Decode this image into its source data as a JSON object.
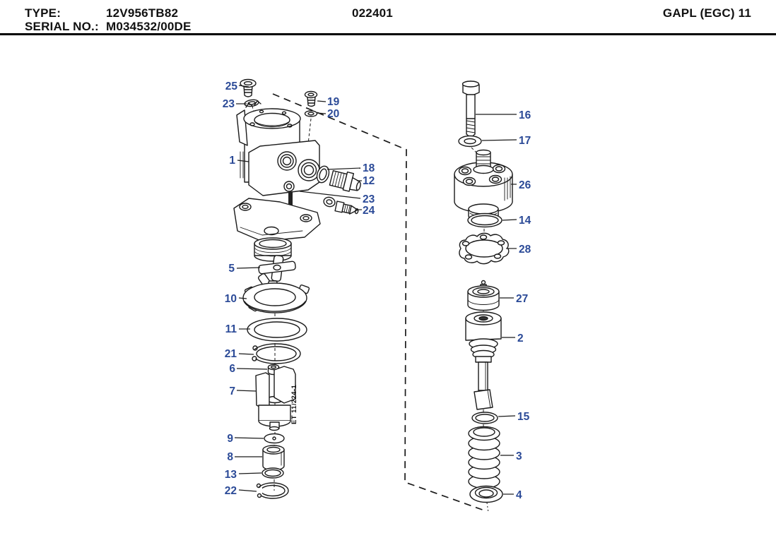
{
  "header": {
    "type_label": "TYPE:",
    "type_value": "12V956TB82",
    "serial_label": "SERIAL NO.:",
    "serial_value": "M034532/00DE",
    "doc_number": "022401",
    "page_ref": "GAPL (EGC) 11"
  },
  "note": "ET 11/224-1",
  "colors": {
    "callout": "#2b4a97",
    "ink": "#1a1a1a",
    "background": "#ffffff"
  },
  "callouts": {
    "c25": "25",
    "c23a": "23",
    "c19": "19",
    "c20": "20",
    "c1": "1",
    "c18": "18",
    "c12": "12",
    "c23b": "23",
    "c24": "24",
    "c5": "5",
    "c10": "10",
    "c11": "11",
    "c21": "21",
    "c6": "6",
    "c7": "7",
    "c9": "9",
    "c8": "8",
    "c13": "13",
    "c22": "22",
    "c16": "16",
    "c17": "17",
    "c26": "26",
    "c14": "14",
    "c28": "28",
    "c27": "27",
    "c2": "2",
    "c15": "15",
    "c3": "3",
    "c4": "4"
  }
}
